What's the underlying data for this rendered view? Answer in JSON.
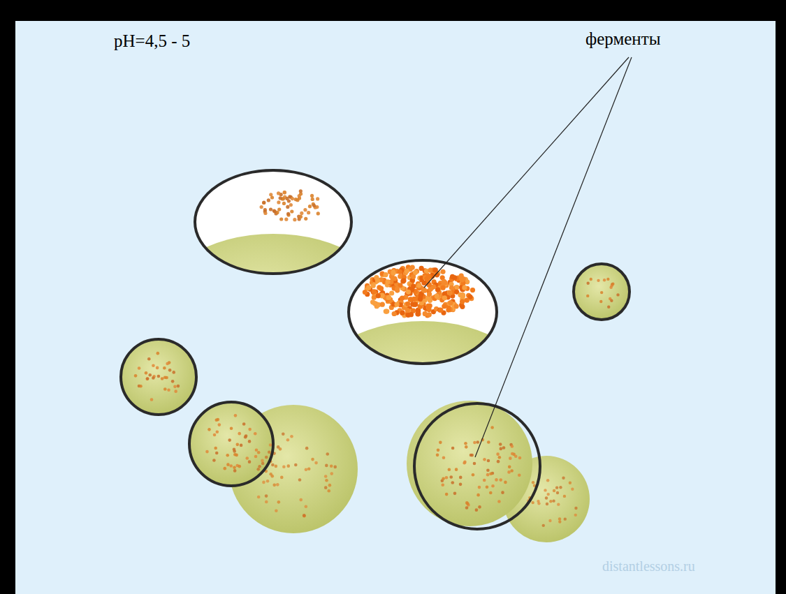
{
  "diagram": {
    "labels": [
      "pH=4,5 - 5",
      "ферменты",
      "distantlessons.ru"
    ]
  }
}
